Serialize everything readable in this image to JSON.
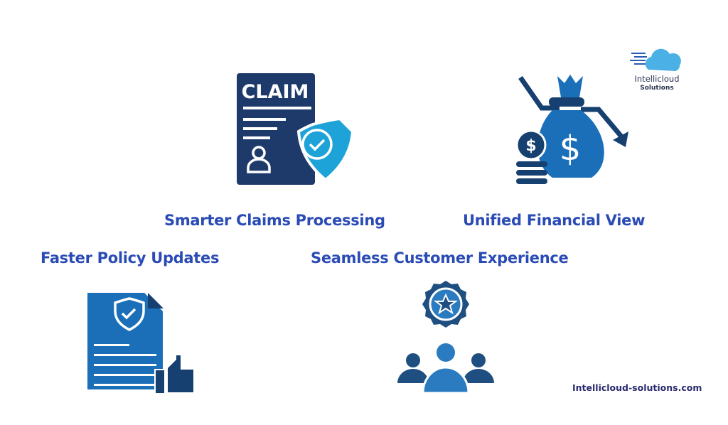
{
  "brand": {
    "logo_name": "Intellicloud",
    "logo_sub": "Solutions",
    "website": "Intellicloud-solutions.com"
  },
  "features": [
    {
      "label": "Smarter Claims Processing",
      "icon": "claim-document-shield-icon",
      "icon_text": "CLAIM"
    },
    {
      "label": "Unified Financial View",
      "icon": "money-bag-down-trend-icon"
    },
    {
      "label": "Faster Policy Updates",
      "icon": "policy-document-thumbs-up-icon"
    },
    {
      "label": "Seamless Customer Experience",
      "icon": "customer-group-badge-icon"
    }
  ],
  "colors": {
    "label": "#2a4bb5",
    "navy": "#1e3a6b",
    "blue": "#1a6fb8",
    "cyan": "#1ea3d8",
    "dark": "#164070"
  }
}
